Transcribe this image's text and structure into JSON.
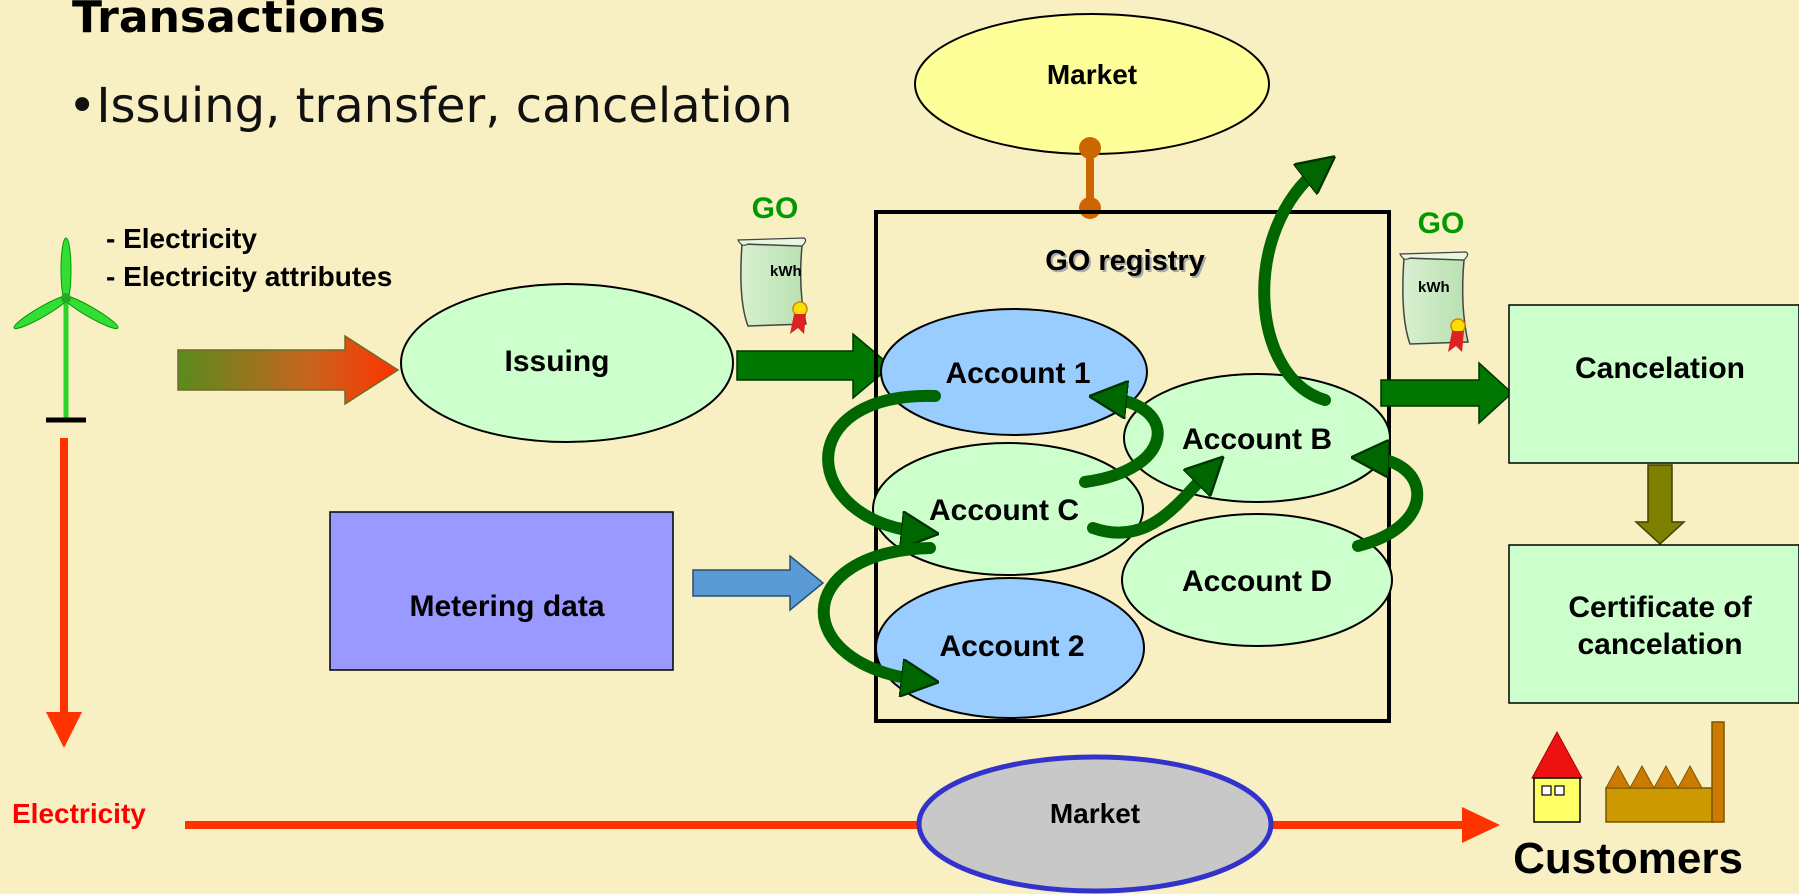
{
  "slide": {
    "title": "Transactions",
    "bullet": "•Issuing, transfer, cancelation"
  },
  "diagram": {
    "inputs": [
      "- Electricity",
      "- Electricity attributes"
    ],
    "issuing": "Issuing",
    "metering": "Metering data",
    "registry": "GO registry",
    "accounts": {
      "a1": "Account 1",
      "b": "Account B",
      "c": "Account C",
      "d": "Account D",
      "a2": "Account 2"
    },
    "go_label": "GO",
    "certificate_text": "kWh",
    "market_top": "Market",
    "market_bottom": "Market",
    "cancelation": "Cancelation",
    "certificate_of_cancelation": [
      "Certificate of",
      "cancelation"
    ],
    "electricity": "Electricity",
    "customers": "Customers"
  },
  "colors": {
    "background": "#f8f0c3",
    "light_green": "#ccffcc",
    "light_blue": "#99ccff",
    "yellow": "#ffff99",
    "lavender": "#9999ff",
    "dark_green": "#006600",
    "red_orange": "#ff3300",
    "go_green": "#009900",
    "olive": "#808000",
    "market_grey": "#c8c8c8",
    "market_border": "#3333cc",
    "connector_orange": "#cc6600"
  }
}
